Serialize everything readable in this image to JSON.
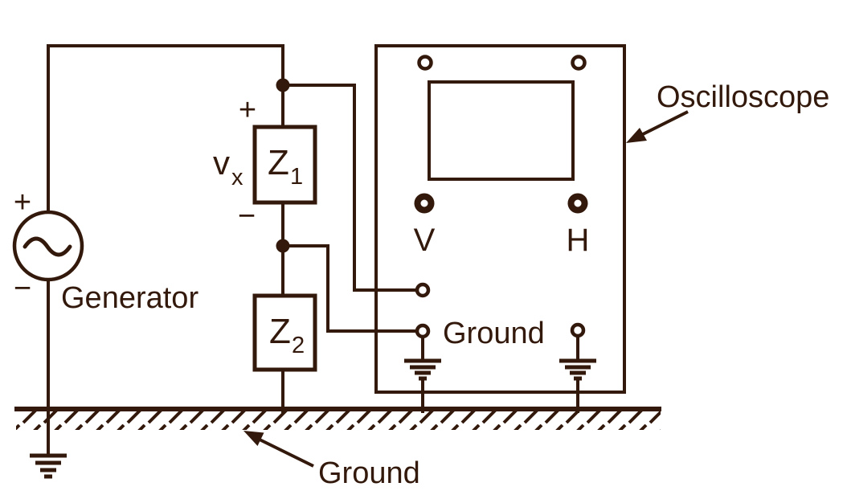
{
  "colors": {
    "ink": "#33190b",
    "background": "#ffffff"
  },
  "icons": {
    "generator_symbol": "ac-sine-wave",
    "earth_symbol": "earth-ground",
    "node_symbol": "junction-dot",
    "pointer_symbol": "arrow"
  },
  "generator": {
    "label": "Generator",
    "plus": "+",
    "minus": "−"
  },
  "voltage_divider": {
    "vx": {
      "base": "v",
      "sub": "x"
    },
    "plus": "+",
    "minus": "−",
    "z1": {
      "base": "Z",
      "sub": "1"
    },
    "z2": {
      "base": "Z",
      "sub": "2"
    }
  },
  "oscilloscope": {
    "label": "Oscilloscope",
    "vertical_input_label": "V",
    "horizontal_input_label": "H",
    "ground_label": "Ground"
  },
  "ground": {
    "label": "Ground"
  }
}
